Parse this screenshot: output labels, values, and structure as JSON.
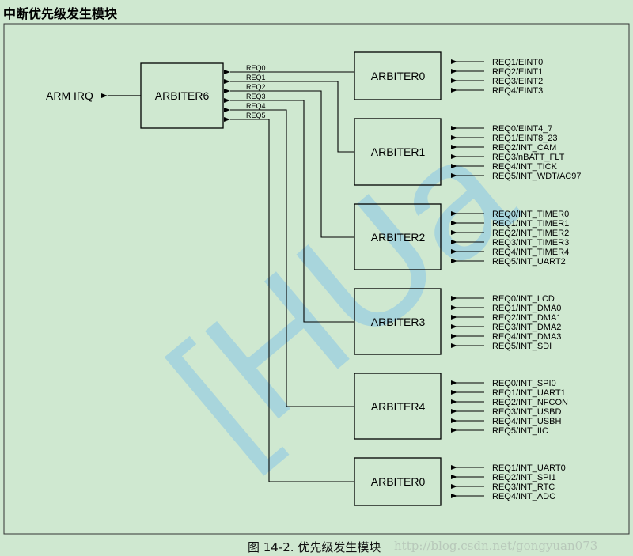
{
  "title": "中断优先级发生模块",
  "caption": "图 14-2. 优先级发生模块",
  "watermark": "http://blog.csdn.net/gongyuan073",
  "big_watermark": "[HUa",
  "output_label": "ARM IRQ",
  "top_arbiter": {
    "label": "ARBITER6",
    "inputs": [
      "REQ0",
      "REQ1",
      "REQ2",
      "REQ3",
      "REQ4",
      "REQ5"
    ]
  },
  "arbiters": [
    {
      "label": "ARBITER0",
      "inputs": [
        "REQ1/EINT0",
        "REQ2/EINT1",
        "REQ3/EINT2",
        "REQ4/EINT3"
      ]
    },
    {
      "label": "ARBITER1",
      "inputs": [
        "REQ0/EINT4_7",
        "REQ1/EINT8_23",
        "REQ2/INT_CAM",
        "REQ3/nBATT_FLT",
        "REQ4/INT_TICK",
        "REQ5/INT_WDT/AC97"
      ]
    },
    {
      "label": "ARBITER2",
      "inputs": [
        "REQ0/INT_TIMER0",
        "REQ1/INT_TIMER1",
        "REQ2/INT_TIMER2",
        "REQ3/INT_TIMER3",
        "REQ4/INT_TIMER4",
        "REQ5/INT_UART2"
      ]
    },
    {
      "label": "ARBITER3",
      "inputs": [
        "REQ0/INT_LCD",
        "REQ1/INT_DMA0",
        "REQ2/INT_DMA1",
        "REQ3/INT_DMA2",
        "REQ4/INT_DMA3",
        "REQ5/INT_SDI"
      ]
    },
    {
      "label": "ARBITER4",
      "inputs": [
        "REQ0/INT_SPI0",
        "REQ1/INT_UART1",
        "REQ2/INT_NFCON",
        "REQ3/INT_USBD",
        "REQ4/INT_USBH",
        "REQ5/INT_IIC"
      ]
    },
    {
      "label": "ARBITER0",
      "inputs": [
        "REQ1/INT_UART0",
        "REQ2/INT_SPI1",
        "REQ3/INT_RTC",
        "REQ4/INT_ADC"
      ]
    }
  ]
}
